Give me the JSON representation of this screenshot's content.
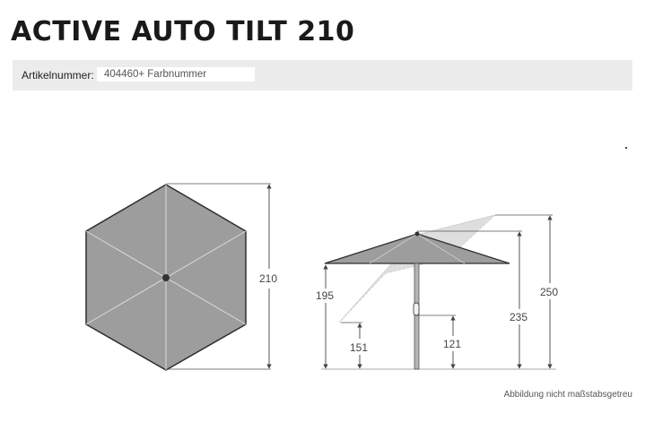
{
  "title": "ACTIVE AUTO TILT 210",
  "article": {
    "label": "Artikelnummer:",
    "value": "404460+ Farbnummer"
  },
  "dimensions": {
    "width": "210",
    "height_closed_tilt": "195",
    "height_low": "151",
    "crank_height": "121",
    "height_mid": "235",
    "height_total": "250"
  },
  "footnote": "Abbildung nicht maßstabsgetreu",
  "colors": {
    "canopy": "#9d9d9d",
    "canopy_ghost": "#d6d6d6",
    "outline": "#3a3a3a",
    "info_bar": "#ececec"
  },
  "icons": {
    "top_view": "hexagon-umbrella-icon",
    "side_view": "tilted-umbrella-icon"
  }
}
